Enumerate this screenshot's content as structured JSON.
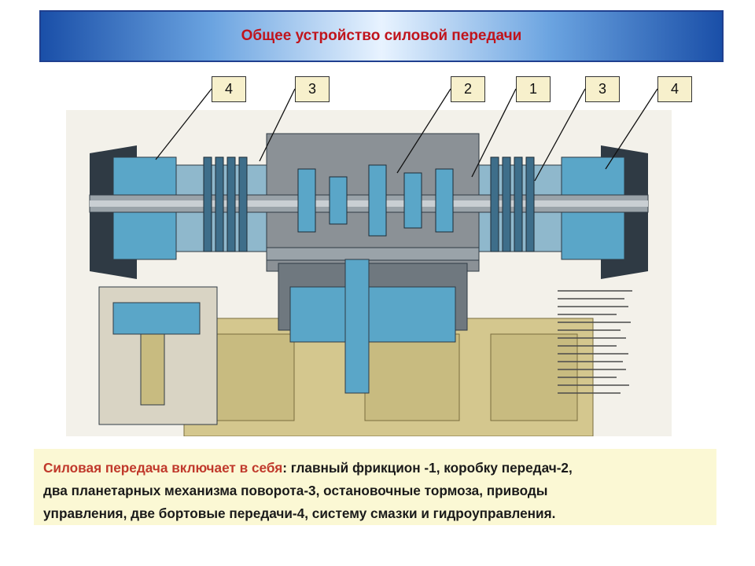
{
  "title": "Общее устройство силовой передачи",
  "callouts": [
    "4",
    "3",
    "2",
    "1",
    "3",
    "4"
  ],
  "caption": {
    "lead": "Силовая передача включает в себя",
    "line1": ": главный фрикцион -1, коробку передач-2,",
    "line2": "два планетарных механизма поворота-3, остановочные тормоза, приводы",
    "line3": "управления, две бортовые передачи-4, систему смазки и гидроуправления."
  },
  "colors": {
    "title_text": "#c0141c",
    "title_bar_edge": "#1a4fa8",
    "caption_lead": "#c0392b",
    "caption_bg": "#fbf8d4",
    "diagram_blue": "#5aa6c8",
    "diagram_khaki": "#d4c78e",
    "diagram_dark": "#2f3a44"
  }
}
